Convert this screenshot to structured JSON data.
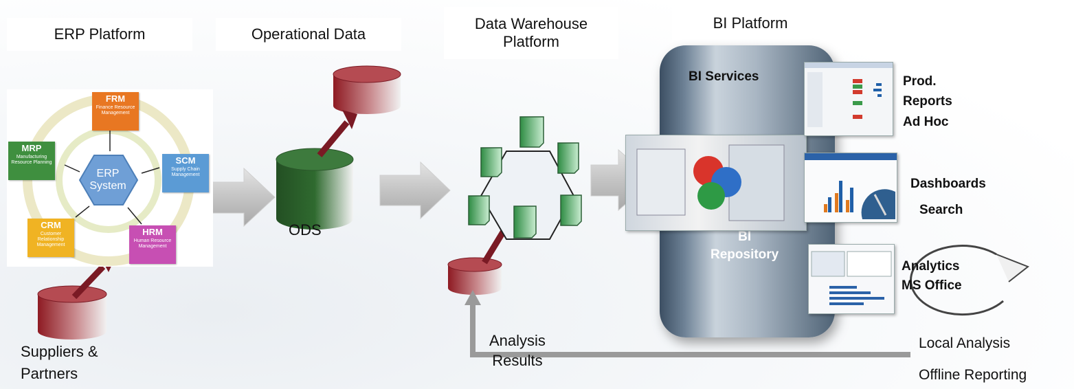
{
  "headers": {
    "erp": "ERP Platform",
    "ods": "Operational Data",
    "dw": "Data Warehouse Platform",
    "bi": "BI Platform"
  },
  "erp_diagram": {
    "center": "ERP System",
    "modules": {
      "frm": {
        "abbr": "FRM",
        "desc": "Finance Resource Management",
        "color": "#e87722"
      },
      "mrp": {
        "abbr": "MRP",
        "desc": "Manufacturing Resource Planning",
        "color": "#3f8f3f"
      },
      "scm": {
        "abbr": "SCM",
        "desc": "Supply Chain Management",
        "color": "#5b9bd5"
      },
      "crm": {
        "abbr": "CRM",
        "desc": "Customer Relationship Management",
        "color": "#f0b323"
      },
      "hrm": {
        "abbr": "HRM",
        "desc": "Human Resource Management",
        "color": "#c74fb3"
      }
    }
  },
  "labels": {
    "suppliers_line1": "Suppliers &",
    "suppliers_line2": "Partners",
    "ods": "ODS",
    "analysis_line1": "Analysis",
    "analysis_line2": "Results",
    "local_analysis": "Local Analysis",
    "offline_reporting": "Offline Reporting"
  },
  "bi_panel": {
    "services": "BI Services",
    "repository_line1": "BI",
    "repository_line2": "Repository",
    "outputs": {
      "prod": "Prod.",
      "reports": "Reports",
      "adhoc": "Ad Hoc",
      "dashboards": "Dashboards",
      "search": "Search",
      "analytics": "Analytics",
      "msoffice": "MS Office"
    }
  },
  "colors": {
    "db_red": "#a3262e",
    "db_green": "#2e5e2e",
    "arrow_maroon": "#7a1a24",
    "flow_gray": "#bfbfbf"
  }
}
